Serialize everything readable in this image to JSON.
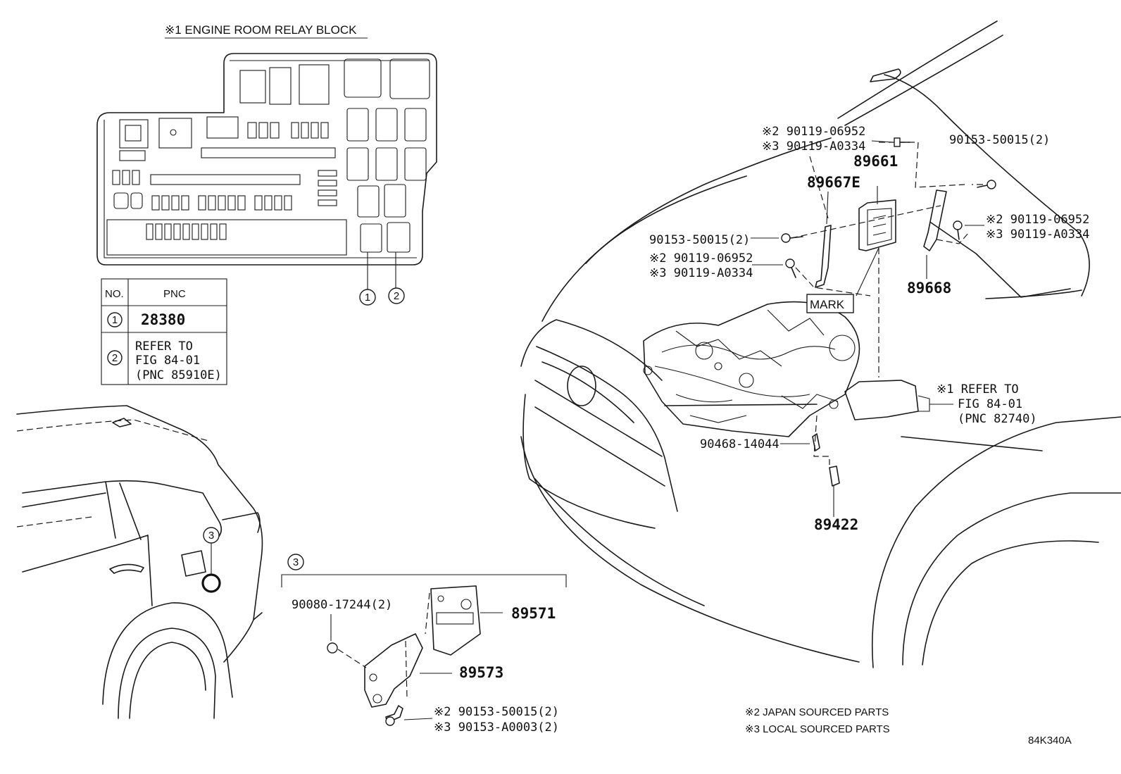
{
  "relay_block": {
    "title": "※1 ENGINE ROOM RELAY BLOCK",
    "callout_1": "1",
    "callout_2": "2"
  },
  "pnc_table": {
    "header_no": "NO.",
    "header_pnc": "PNC",
    "rows": [
      {
        "no": "1",
        "pnc_lines": [
          "28380"
        ]
      },
      {
        "no": "2",
        "pnc_lines": [
          "REFER TO",
          "FIG 84-01",
          "(PNC 85910E)"
        ]
      }
    ]
  },
  "engine_parts": {
    "bolt_top_left": {
      "line1": "※2 90119-06952",
      "line2": "※3 90119-A0334"
    },
    "bolt_top_right": "90153-50015(2)",
    "part_89661": "89661",
    "part_89667E": "89667E",
    "bolt_left_mid": "90153-50015(2)",
    "bolt_right_mid": {
      "line1": "※2 90119-06952",
      "line2": "※3 90119-A0334"
    },
    "bolt_left_low": {
      "line1": "※2 90119-06952",
      "line2": "※3 90119-A0334"
    },
    "part_89668": "89668",
    "mark_label": "MARK",
    "refer_relay": {
      "line1": "※1 REFER TO",
      "line2": "FIG 84-01",
      "line3": "(PNC 82740)"
    },
    "clip_90468": "90468-14044",
    "part_89422": "89422"
  },
  "rear_detail": {
    "callout": "3",
    "nut": "90080-17244(2)",
    "part_89571": "89571",
    "part_89573": "89573",
    "bolt": {
      "line1": "※2 90153-50015(2)",
      "line2": "※3 90153-A0003(2)"
    }
  },
  "notes": {
    "note_2": "※2 JAPAN SOURCED PARTS",
    "note_3": "※3 LOCAL SOURCED PARTS",
    "figure_code": "84K340A"
  }
}
